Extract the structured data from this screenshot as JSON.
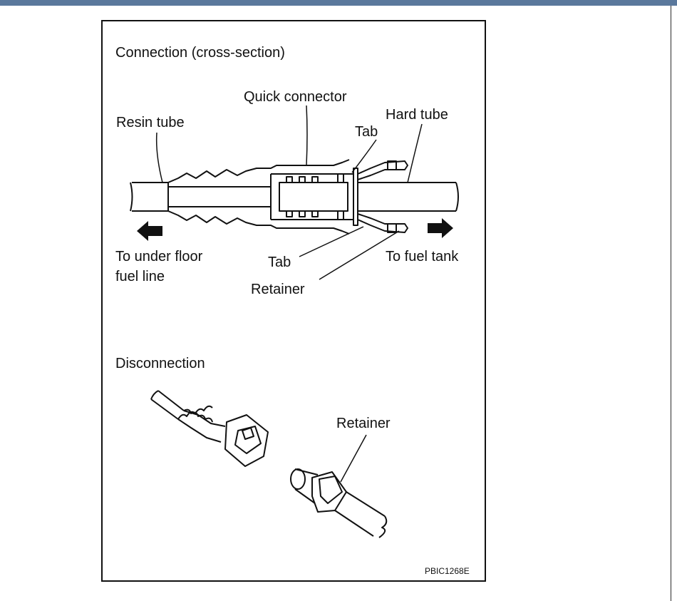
{
  "connection": {
    "heading": "Connection (cross-section)",
    "labels": {
      "quick_connector": "Quick connector",
      "resin_tube": "Resin tube",
      "hard_tube": "Hard tube",
      "tab_top": "Tab",
      "tab_bottom": "Tab",
      "retainer": "Retainer",
      "to_fuel_tank": "To fuel tank",
      "to_under_floor_line1": "To under floor",
      "to_under_floor_line2": "fuel line"
    }
  },
  "disconnection": {
    "heading": "Disconnection",
    "retainer": "Retainer"
  },
  "figure_code": "PBIC1268E"
}
